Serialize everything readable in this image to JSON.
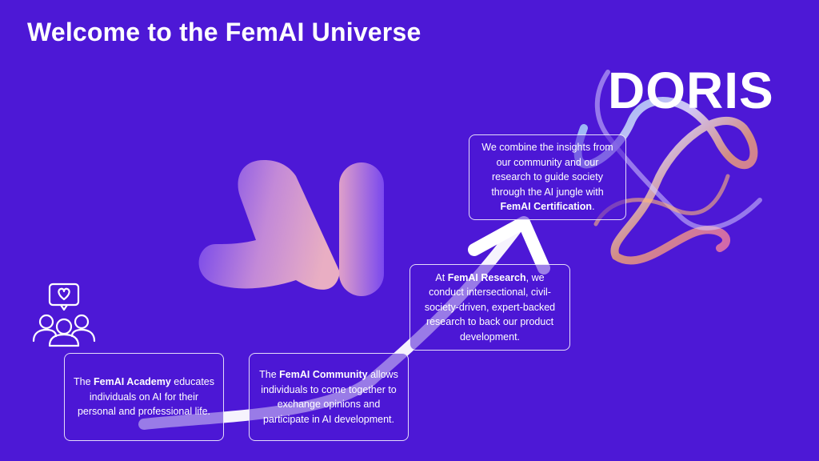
{
  "header": {
    "title": "Welcome to the FemAI Universe"
  },
  "brand": {
    "name": "DORIS"
  },
  "logo": {
    "text": "AI"
  },
  "colors": {
    "background": "#4d18d6",
    "text": "#ffffff",
    "logo_gradient_start": "#6a3df0",
    "logo_gradient_end": "#f0b3c0"
  },
  "icons": {
    "community": "community-heart-icon"
  },
  "cards": {
    "academy": {
      "pre": "The ",
      "bold": "FemAI Academy",
      "post": " educates individuals on AI for their personal and professional life."
    },
    "community": {
      "pre": "The ",
      "bold": "FemAI Community",
      "post": " allows individuals to come together to exchange opinions and participate in AI development."
    },
    "research": {
      "pre": "At ",
      "bold": "FemAI Research",
      "post": ", we conduct intersectional, civil-society-driven, expert-backed research to back our product development."
    },
    "certification": {
      "pre": "We combine the insights from our community and our research to guide society through the AI jungle with ",
      "bold": "FemAI Certification",
      "post": "."
    }
  }
}
